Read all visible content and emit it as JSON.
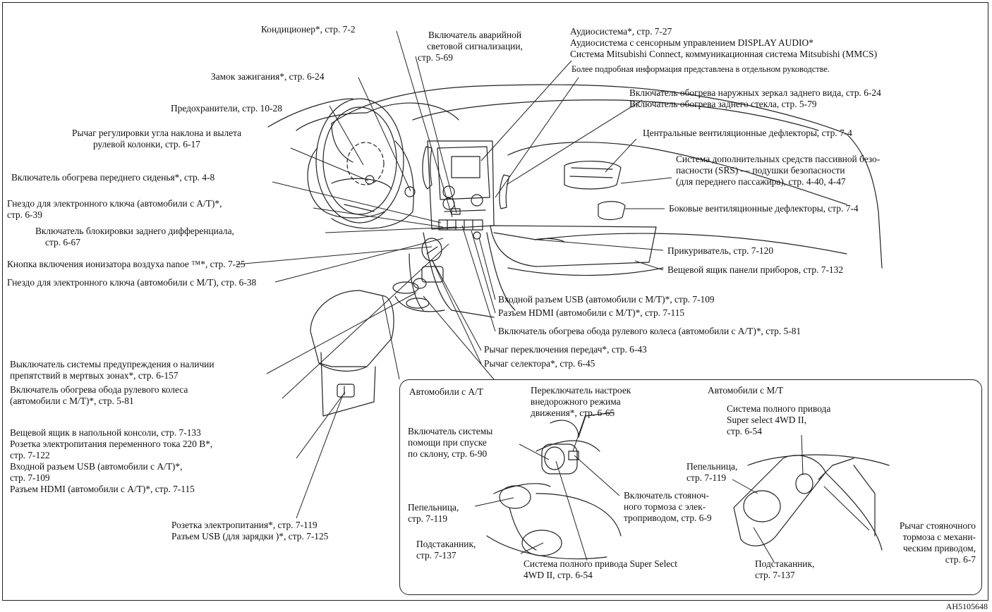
{
  "figure_code": "AH5105648",
  "callouts": {
    "air_conditioner": "Кондиционер*, стр. 7-2",
    "ignition_switch": "Замок зажигания*, стр. 6-24",
    "fuses": "Предохранители, стр. 10-28",
    "steering_column_lever": [
      "Рычаг регулировки угла наклона и вылета",
      "рулевой колонки, стр. 6-17"
    ],
    "front_seat_heater": "Включатель обогрева переднего сиденья*, стр. 4-8",
    "key_slot_at": [
      "Гнездо для электронного ключа (автомобили с A/T)*,",
      "стр. 6-39"
    ],
    "rear_diff_lock": [
      "Включатель блокировки заднего дифференциала,",
      "стр. 6-67"
    ],
    "ionizer_button": "Кнопка включения ионизатора воздуха nanoe ™*, стр. 7-25",
    "key_slot_mt": "Гнездо для электронного ключа (автомобили с M/T), стр. 6-38",
    "blind_spot_switch": [
      "Выключатель системы предупреждения о наличии",
      "препятствий в мертвых зонах*, стр. 6-157"
    ],
    "wheel_heater_mt": [
      "Включатель обогрева обода рулевого колеса",
      "(автомобили с M/T)*, стр. 5-81"
    ],
    "floor_console_box": [
      "Вещевой ящик в напольной консоли, стр. 7-133",
      "Розетка электропитания переменного тока 220 В*,",
      "стр. 7-122",
      "Входной разъем USB (автомобили с A/T)*,",
      "стр. 7-109",
      "Разъем HDMI (автомобили с A/T)*, стр. 7-115"
    ],
    "power_outlet": [
      "Розетка электропитания*, стр. 7-119",
      "Разъем USB (для зарядки )*, стр. 7-125"
    ],
    "hazard_switch": [
      "Включатель аварийной",
      "световой сигнализации,",
      "стр. 5-69"
    ],
    "audio": [
      "Аудиосистема*, стр. 7-27",
      "Аудиосистема с сенсорным управлением DISPLAY AUDIO*",
      "Система Mitsubishi Connect, коммуникационная система Mitsubishi (MMCS)"
    ],
    "audio_note": "Более подробная информация представлена в отдельном руководстве.",
    "mirror_rear_defog": [
      "Включатель обогрева наружных зеркал заднего вида, стр. 6-24",
      "Включатель обогрева заднего стекла, стр. 5-79"
    ],
    "center_vents": "Центральные вентиляционные дефлекторы, стр. 7-4",
    "srs_airbag": [
      "Система дополнительных средств пассивной безо-",
      "пасности (SRS) — подушки безопасности",
      "(для переднего пассажира), стр. 4-40, 4-47"
    ],
    "side_vents": "Боковые вентиляционные дефлекторы, стр. 7-4",
    "cigarette_lighter": "Прикуриватель, стр. 7-120",
    "glove_box": "Вещевой ящик панели приборов, стр. 7-132",
    "usb_mt": "Входной разъем USB (автомобили с M/T)*, стр. 7-109",
    "hdmi_mt": "Разъем HDMI (автомобили с M/T)*, стр. 7-115",
    "wheel_heater_at": "Включатель обогрева обода рулевого колеса (автомобили с A/T)*, стр. 5-81",
    "gear_lever": "Рычаг переключения передач*, стр. 6-43",
    "selector_lever": "Рычаг селектора*, стр. 6-45"
  },
  "inset": {
    "at_title": "Автомобили с A/T",
    "mt_title": "Автомобили с M/T",
    "offroad_mode": [
      "Переключатель настроек",
      "внедорожного режима",
      "движения*, стр. 6-65"
    ],
    "hill_descent": [
      "Включатель системы",
      "помощи при спуске",
      "по склону, стр. 6-90"
    ],
    "ashtray_at": [
      "Пепельница,",
      "стр. 7-119"
    ],
    "cupholder_at": [
      "Подстаканник,",
      "стр. 7-137"
    ],
    "epb": [
      "Включатель стояноч-",
      "ного тормоза с элек-",
      "троприводом, стр. 6-9"
    ],
    "super_select_at": [
      "Система полного привода Super Select",
      "4WD II, стр. 6-54"
    ],
    "super_select_mt": [
      "Система полного привода",
      "Super select 4WD II,",
      "стр. 6-54"
    ],
    "ashtray_mt": [
      "Пепельница,",
      "стр. 7-119"
    ],
    "parking_brake_lever": [
      "Рычаг стояночного",
      "тормоза с механи-",
      "ческим приводом,",
      "стр. 6-7"
    ],
    "cupholder_mt": [
      "Подстаканник,",
      "стр. 7-137"
    ]
  }
}
